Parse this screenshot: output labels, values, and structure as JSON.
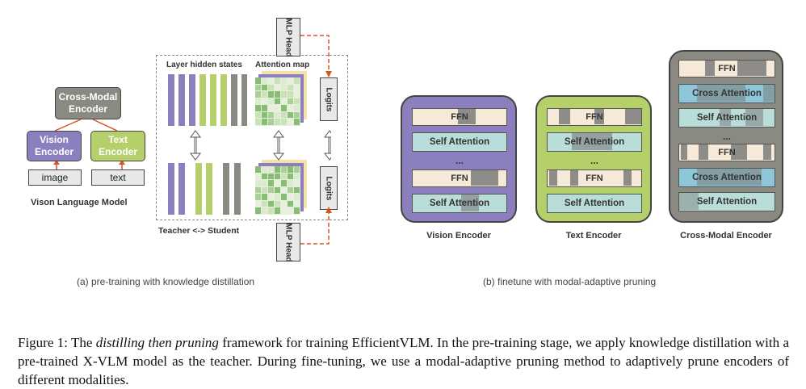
{
  "vlm": {
    "cross_modal_line1": "Cross-Modal",
    "cross_modal_line2": "Encoder",
    "vision_line1": "Vision",
    "vision_line2": "Encoder",
    "text_line1": "Text",
    "text_line2": "Encoder",
    "image_label": "image",
    "text_label": "text",
    "caption": "Vison Language Model"
  },
  "distill": {
    "hidden_states_label": "Layer hidden states",
    "attention_map_label": "Attention map",
    "mlp_head_top": "MLP Head",
    "mlp_head_bottom": "MLP Head",
    "logits_top": "Logits",
    "logits_bottom": "Logits",
    "teacher_student_label": "Teacher <-> Student"
  },
  "encoders": {
    "ffn_label": "FFN",
    "self_attention_label": "Self Attention",
    "cross_attention_label": "Cross Attention",
    "dots": "...",
    "vision_encoder_label": "Vision Encoder",
    "text_encoder_label": "Text Encoder",
    "cross_modal_encoder_label": "Cross-Modal Encoder"
  },
  "subcaptions": {
    "a": "(a) pre-training with knowledge distillation",
    "b": "(b) finetune with modal-adaptive pruning"
  },
  "figure_caption": {
    "prefix": "Figure 1: The ",
    "italic": "distilling then pruning",
    "rest": " framework for training EfficientVLM. In the pre-training stage, we apply knowledge distillation with a pre-trained X-VLM model as the teacher.  During fine-tuning, we use a modal-adaptive pruning method to adaptively prune encoders of different modalities."
  },
  "colors": {
    "purple": "#8b7fbd",
    "green": "#b5cf6b",
    "gray_box": "#8a8a82",
    "ffn": "#f6e9d8",
    "self_attn": "#b9ddd9",
    "cross_attn": "#8ec7d9",
    "arrow": "#d9541e"
  }
}
